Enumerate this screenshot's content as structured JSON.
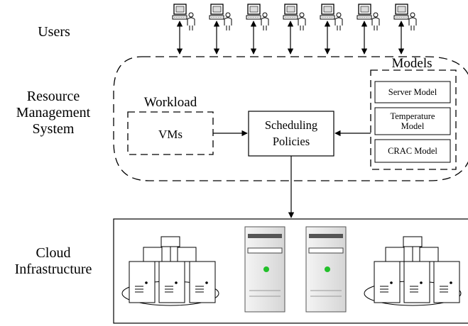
{
  "labels": {
    "users": "Users",
    "rms": [
      "Resource",
      "Management",
      "System"
    ],
    "cloud": [
      "Cloud",
      "Infrastructure"
    ]
  },
  "workload": {
    "title": "Workload",
    "item": "VMs"
  },
  "scheduling": {
    "line1": "Scheduling",
    "line2": "Policies"
  },
  "models": {
    "title": "Models",
    "items": [
      {
        "lines": [
          "Server Model"
        ]
      },
      {
        "lines": [
          "Temperature",
          "Model"
        ]
      },
      {
        "lines": [
          "CRAC Model"
        ]
      }
    ]
  },
  "user_count": 7,
  "colors": {
    "stroke": "#000000",
    "server_fill": "#e8e8e8",
    "server_led": "#22c02a"
  }
}
